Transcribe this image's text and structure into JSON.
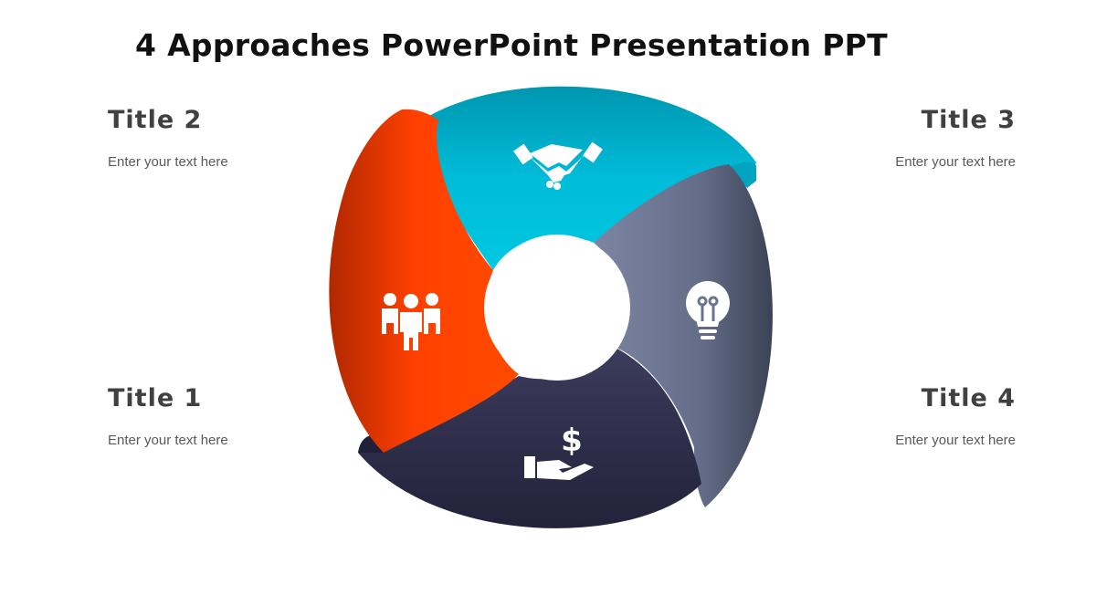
{
  "title": "4 Approaches PowerPoint Presentation PPT",
  "blocks": [
    {
      "id": "1",
      "title": "Title 1",
      "text": "Enter your text here"
    },
    {
      "id": "2",
      "title": "Title 2",
      "text": "Enter your text here"
    },
    {
      "id": "3",
      "title": "Title 3",
      "text": "Enter your text here"
    },
    {
      "id": "4",
      "title": "Title 4",
      "text": "Enter your text here"
    }
  ],
  "segments": [
    {
      "name": "team",
      "icon": "team-icon",
      "color": "#ff4000"
    },
    {
      "name": "partnership",
      "icon": "handshake-icon",
      "color": "#00c0dc"
    },
    {
      "name": "idea",
      "icon": "lightbulb-icon",
      "color": "#6b7590"
    },
    {
      "name": "finance",
      "icon": "money-hand-icon",
      "color": "#2c2c44"
    }
  ]
}
